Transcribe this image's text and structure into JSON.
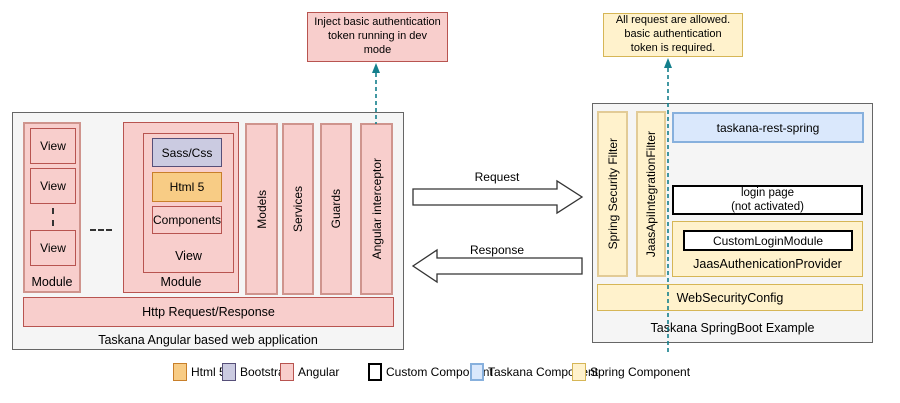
{
  "colors": {
    "angular-fill": "#f8cecc",
    "angular-stroke": "#b85450",
    "angular-bar-stroke": "#cf948d",
    "html5-fill": "#f8cc85",
    "html5-stroke": "#c87f2a",
    "bootstrap-fill": "#cbcbe1",
    "bootstrap-stroke": "#564f79",
    "taskana-fill": "#dae8fc",
    "taskana-stroke": "#87b0dd",
    "spring-fill": "#fff2cc",
    "spring-stroke": "#d6b656",
    "spring-bar-stroke": "#e2cb96",
    "custom-stroke": "#000000",
    "container-fill": "#f5f5f5",
    "container-stroke": "#666666",
    "teal": "#147f8c",
    "arrow-stroke": "#333333"
  },
  "notes": {
    "dev_token": "Inject basic authentication\ntoken running in dev\nmode",
    "allow_requests": "All request are allowed.\nbasic authentication\ntoken is required."
  },
  "left_app": {
    "title": "Taskana Angular based web application",
    "module1": {
      "views": [
        "View",
        "View",
        "View"
      ],
      "label": "Module"
    },
    "module2": {
      "label": "Module",
      "view": {
        "label": "View",
        "sass": "Sass/Css",
        "html5": "Html 5",
        "components": "Components"
      }
    },
    "bars": [
      "Models",
      "Services",
      "Guards",
      "Angular interceptor"
    ],
    "http_bar": "Http Request/Response"
  },
  "flow": {
    "request": "Request",
    "response": "Response"
  },
  "right_app": {
    "title": "Taskana SpringBoot Example",
    "filters": [
      "Spring Security Filter",
      "JaasApiIntegrationFilter"
    ],
    "rest_module": "taskana-rest-spring",
    "login_page": "login page\n(not activated)",
    "provider": {
      "label": "JaasAuthenicationProvider",
      "custom_module": "CustomLoginModule"
    },
    "web_security_config": "WebSecurityConfig"
  },
  "legend": {
    "items": [
      {
        "label": "Html 5"
      },
      {
        "label": "Bootstrap"
      },
      {
        "label": "Angular"
      },
      {
        "label": "Custom Component"
      },
      {
        "label": "Taskana Component"
      },
      {
        "label": "Spring Component"
      }
    ]
  }
}
